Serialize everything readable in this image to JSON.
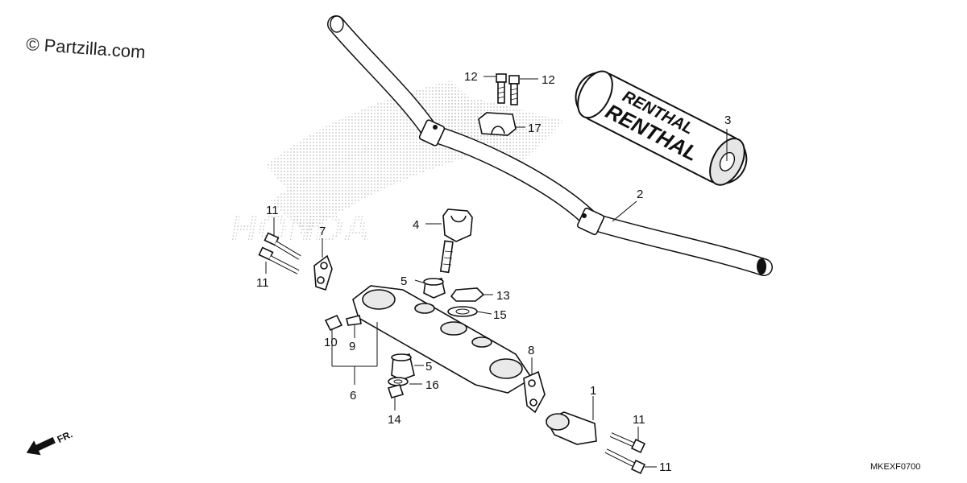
{
  "watermark": "© Partzilla.com",
  "diagram_code": "MKEXF0700",
  "direction_label": "FR.",
  "grip_pad_brand": "RENTHAL",
  "background_logo_text": "HONDA",
  "callouts": {
    "c1": "1",
    "c2": "2",
    "c3": "3",
    "c4": "4",
    "c5a": "5",
    "c5b": "5",
    "c6": "6",
    "c7": "7",
    "c8": "8",
    "c9": "9",
    "c10": "10",
    "c11a": "11",
    "c11b": "11",
    "c11c": "11",
    "c11d": "11",
    "c12a": "12",
    "c12b": "12",
    "c13": "13",
    "c14": "14",
    "c15": "15",
    "c16": "16",
    "c17": "17"
  },
  "parts": [
    {
      "ref": "1",
      "icon": "lower-clamp-bracket"
    },
    {
      "ref": "2",
      "icon": "handlebar-tube"
    },
    {
      "ref": "3",
      "icon": "crossbar-pad"
    },
    {
      "ref": "4",
      "icon": "handlebar-holder-stud"
    },
    {
      "ref": "5",
      "icon": "rubber-bushing"
    },
    {
      "ref": "6",
      "icon": "plate-set"
    },
    {
      "ref": "7",
      "icon": "mount-plate"
    },
    {
      "ref": "8",
      "icon": "mount-plate"
    },
    {
      "ref": "9",
      "icon": "plate"
    },
    {
      "ref": "10",
      "icon": "plate"
    },
    {
      "ref": "11",
      "icon": "bolt"
    },
    {
      "ref": "12",
      "icon": "flange-bolt"
    },
    {
      "ref": "13",
      "icon": "hex-nut"
    },
    {
      "ref": "14",
      "icon": "collar-nut"
    },
    {
      "ref": "15",
      "icon": "washer"
    },
    {
      "ref": "16",
      "icon": "washer"
    },
    {
      "ref": "17",
      "icon": "upper-holder-cap"
    }
  ]
}
